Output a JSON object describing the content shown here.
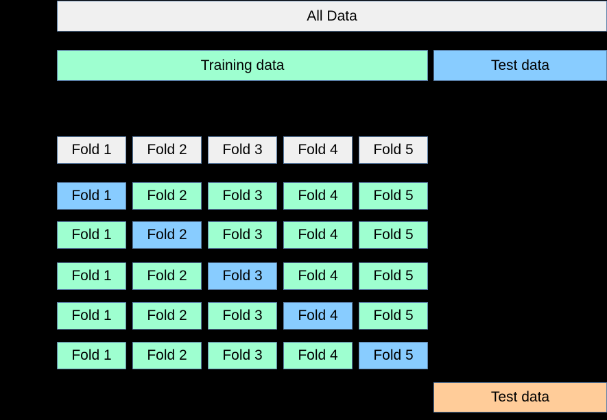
{
  "colors": {
    "background": "#000000",
    "neutral": "#f0f0f0",
    "training": "#9effd0",
    "validation": "#88ccff",
    "final_test": "#ffcc99",
    "border": "#5b7fa8"
  },
  "all_data": {
    "label": "All Data"
  },
  "split": {
    "training_label": "Training data",
    "test_label": "Test data"
  },
  "folds": {
    "header": [
      "Fold 1",
      "Fold 2",
      "Fold 3",
      "Fold 4",
      "Fold 5"
    ],
    "splits": [
      {
        "labels": [
          "Fold 1",
          "Fold 2",
          "Fold 3",
          "Fold 4",
          "Fold 5"
        ],
        "validation_index": 0
      },
      {
        "labels": [
          "Fold 1",
          "Fold 2",
          "Fold 3",
          "Fold 4",
          "Fold 5"
        ],
        "validation_index": 1
      },
      {
        "labels": [
          "Fold 1",
          "Fold 2",
          "Fold 3",
          "Fold 4",
          "Fold 5"
        ],
        "validation_index": 2
      },
      {
        "labels": [
          "Fold 1",
          "Fold 2",
          "Fold 3",
          "Fold 4",
          "Fold 5"
        ],
        "validation_index": 3
      },
      {
        "labels": [
          "Fold 1",
          "Fold 2",
          "Fold 3",
          "Fold 4",
          "Fold 5"
        ],
        "validation_index": 4
      }
    ]
  },
  "final_evaluation": {
    "label": "Test data"
  }
}
